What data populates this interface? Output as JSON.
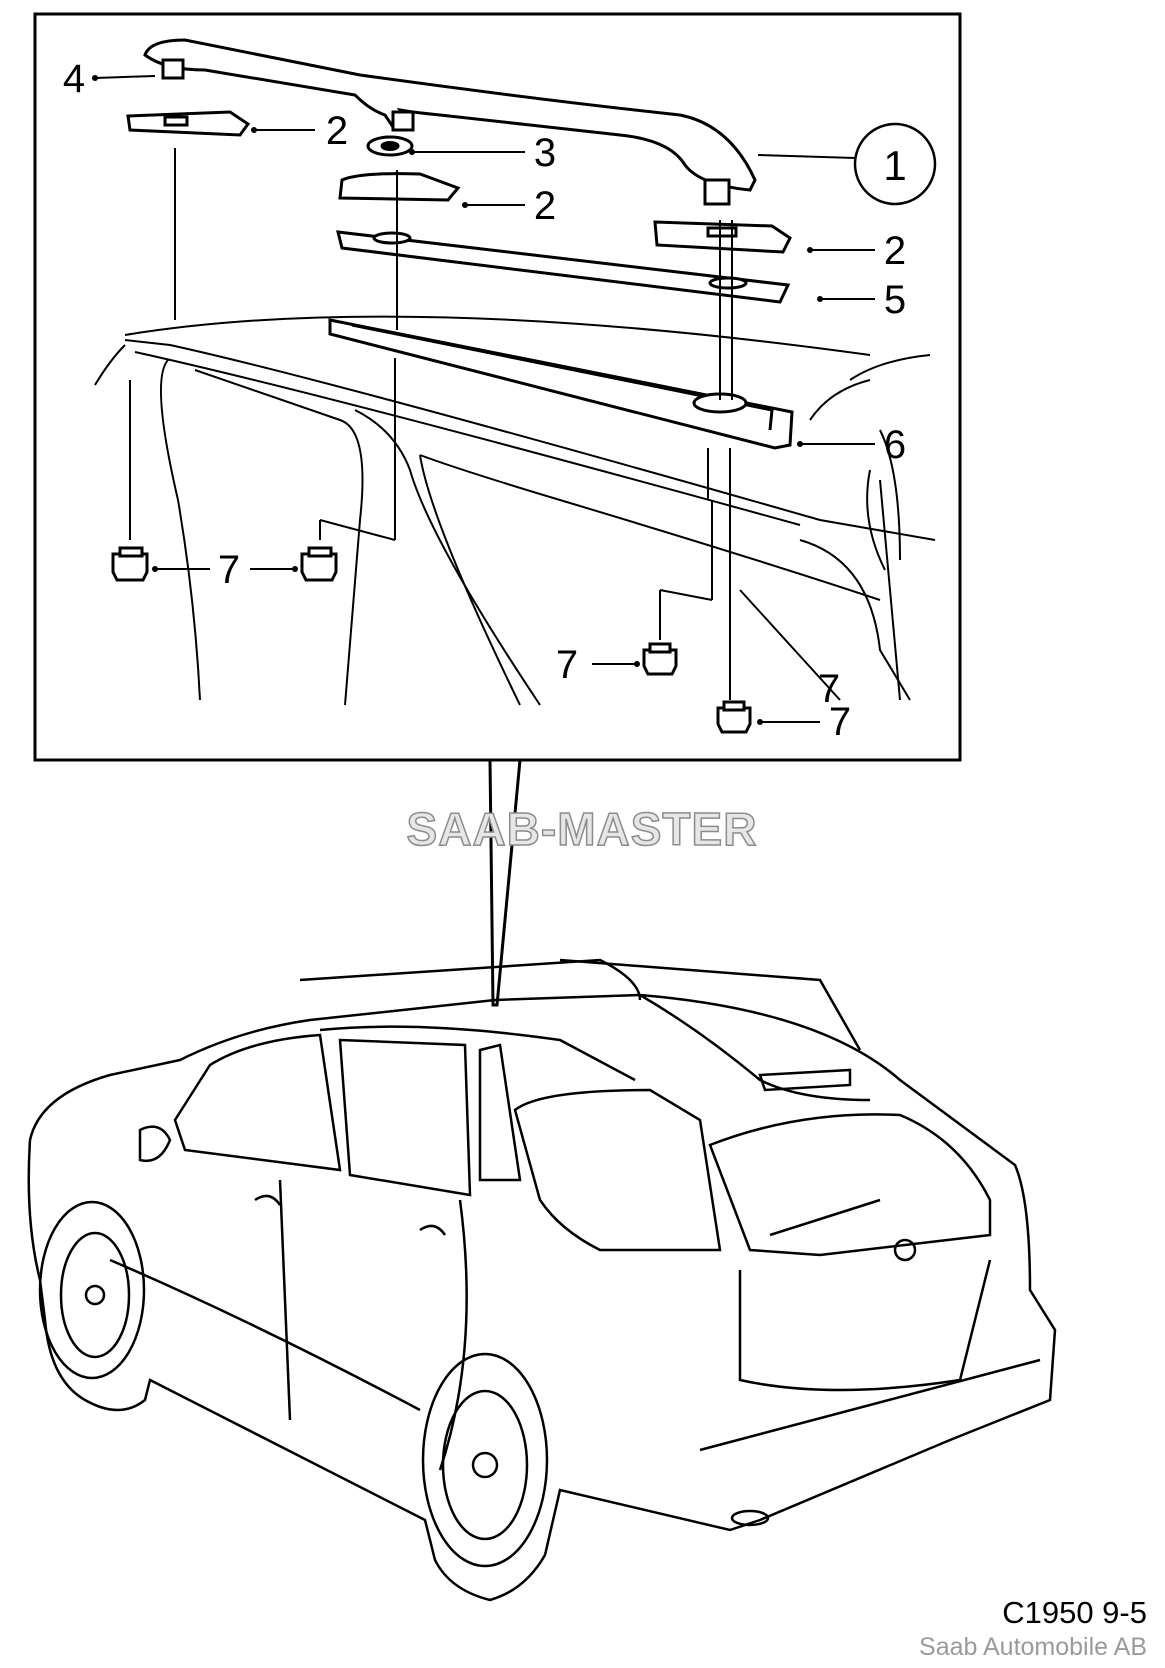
{
  "callouts": {
    "c1": "1",
    "c2a": "2",
    "c2b": "2",
    "c2c": "2",
    "c3": "3",
    "c4": "4",
    "c5": "5",
    "c6": "6",
    "c7a": "7",
    "c7b": "7",
    "c7c": "7",
    "c7d": "7"
  },
  "watermark": "SAAB-MASTER",
  "diagram_code": "C1950 9-5",
  "manufacturer": "Saab Automobile AB"
}
